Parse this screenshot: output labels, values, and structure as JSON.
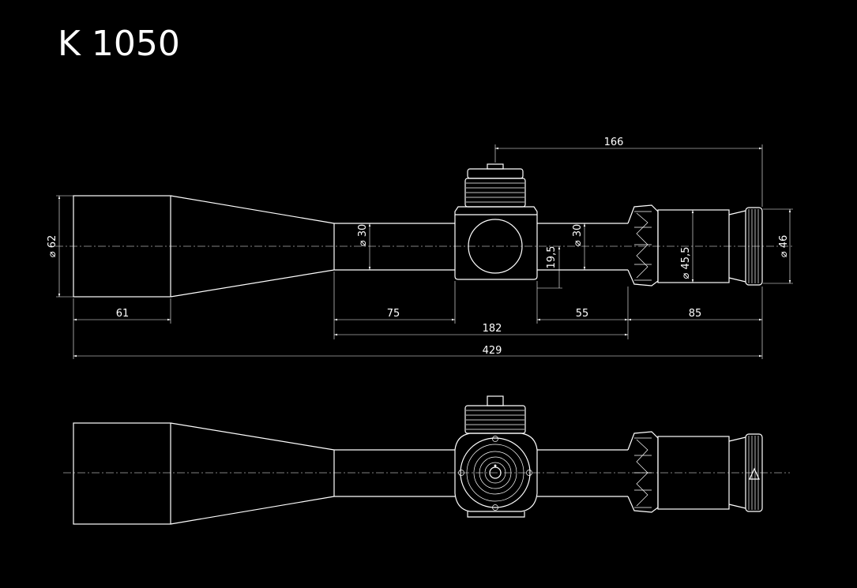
{
  "title": "K 1050",
  "dimensions": {
    "d166": "166",
    "d61": "61",
    "d75": "75",
    "d55": "55",
    "d85": "85",
    "d182": "182",
    "d429": "429",
    "dia62": "⌀ 62",
    "dia30a": "⌀ 30",
    "dia30b": "⌀ 30",
    "h195": "19,5",
    "dia455": "⌀ 45,5",
    "dia46": "⌀ 46"
  },
  "colors": {
    "background": "#000000",
    "line": "#ffffff"
  }
}
